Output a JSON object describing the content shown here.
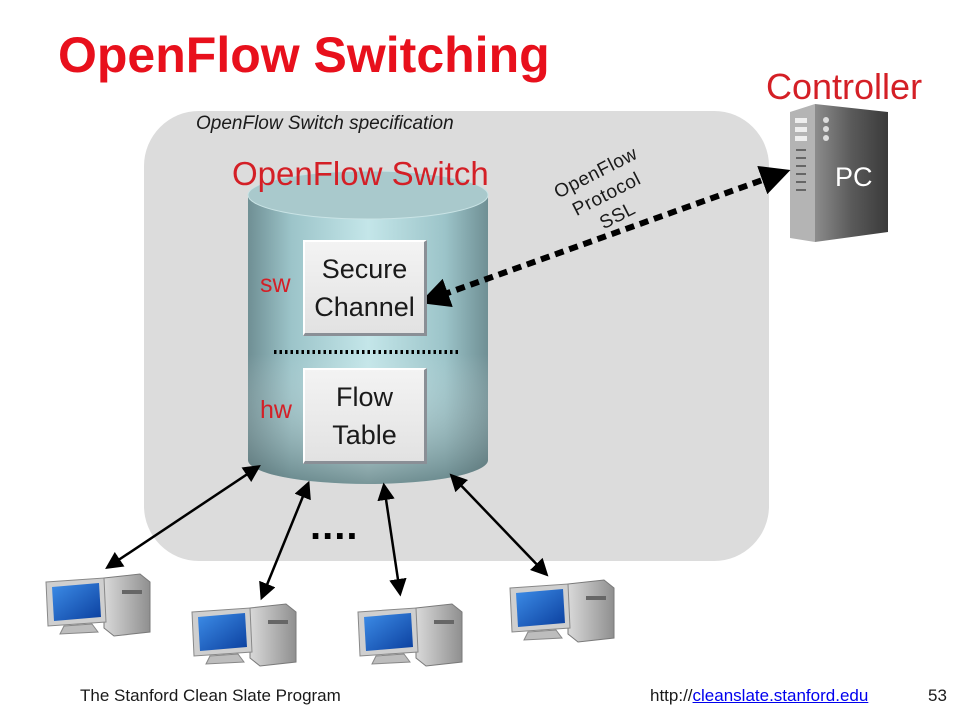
{
  "slide": {
    "title": "OpenFlow Switching",
    "page_number": "53"
  },
  "controller": {
    "label": "Controller",
    "pc_text": "PC"
  },
  "switch": {
    "spec_label": "OpenFlow Switch specification",
    "label": "OpenFlow Switch",
    "secure_channel": [
      "Secure",
      "Channel"
    ],
    "flow_table": [
      "Flow",
      "Table"
    ],
    "sw_label": "sw",
    "hw_label": "hw"
  },
  "protocol": {
    "lines": [
      "OpenFlow",
      "Protocol",
      "SSL"
    ]
  },
  "hosts": {
    "ellipsis": "...."
  },
  "footer": {
    "left": "The Stanford Clean Slate Program",
    "url_prefix": "http://",
    "url_link": "cleanslate.stanford.edu"
  },
  "colors": {
    "title_red": "#e8101c",
    "label_red": "#d41f26",
    "cylinder_teal": "#b9dde0",
    "panel_gray": "#dcdcdc"
  }
}
